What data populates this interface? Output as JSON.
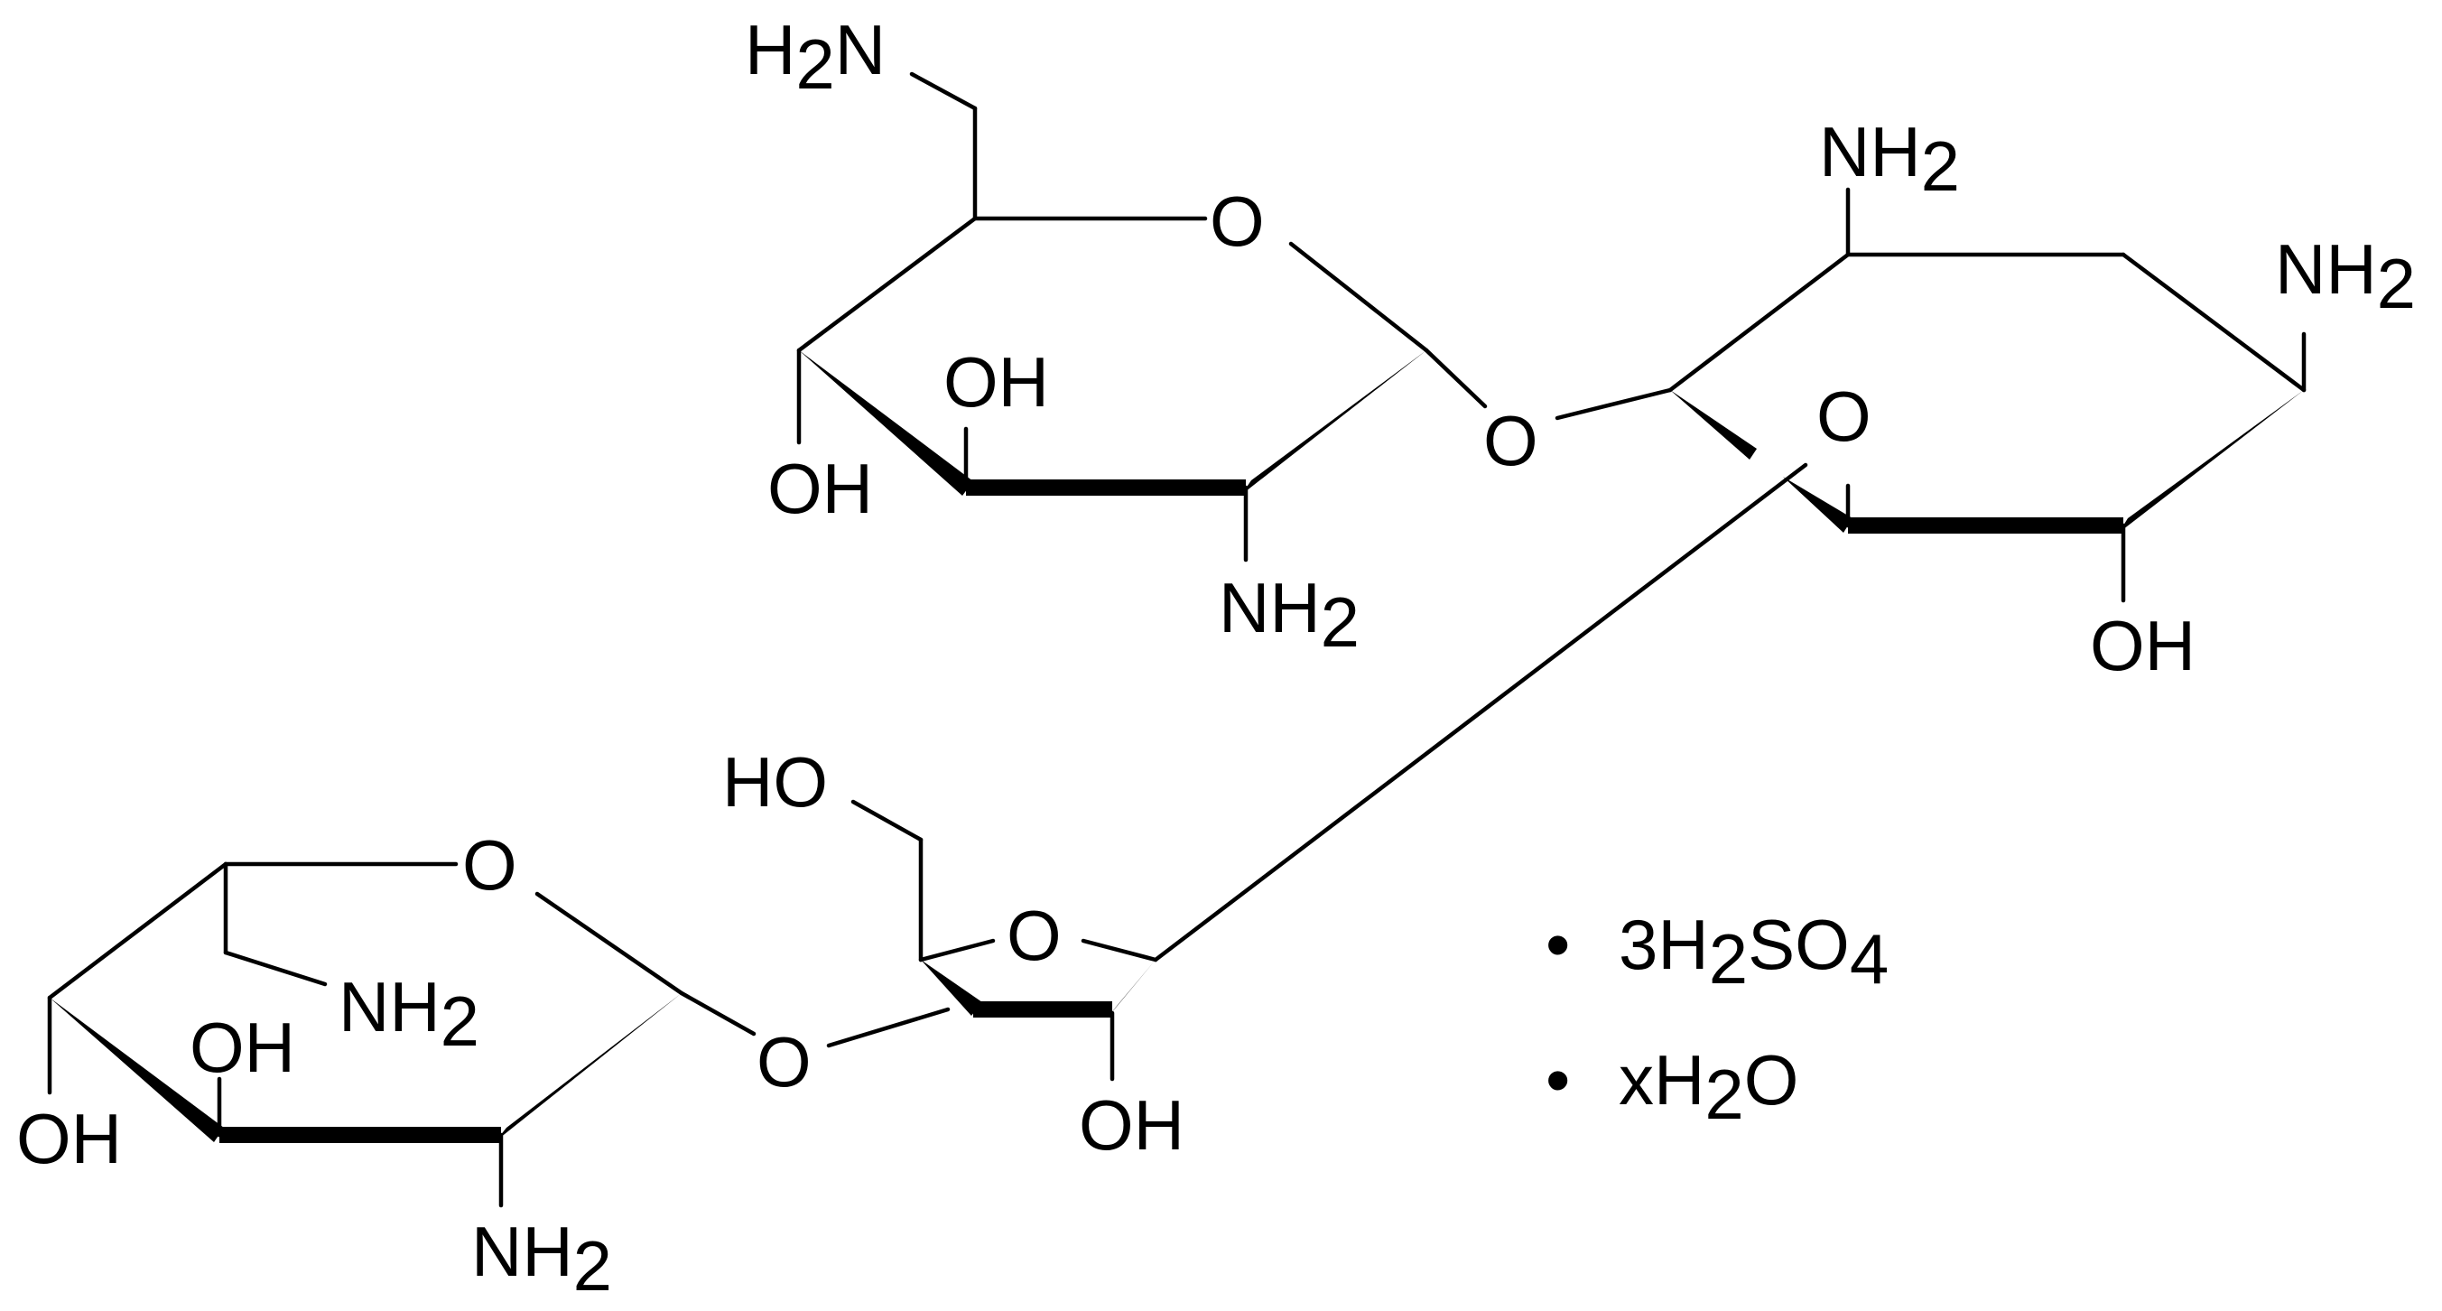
{
  "molecule": {
    "ring_oxygen": "O",
    "bridge_oxygen": "O",
    "amine": {
      "main": "NH",
      "sub": "2"
    },
    "amine_left": {
      "main": "H",
      "sub": "2",
      "tail": "N"
    },
    "hydroxyl": "OH",
    "hydroxyl_left": "HO"
  },
  "salt": {
    "bullet": "•",
    "sulfate": {
      "coef": "3",
      "h": "H",
      "h_sub": "2",
      "so": "SO",
      "o_sub": "4"
    },
    "water": {
      "x": "x",
      "h": "H",
      "h_sub": "2",
      "o": "O"
    }
  },
  "colors": {
    "ink": "#000000",
    "background": "#ffffff"
  }
}
